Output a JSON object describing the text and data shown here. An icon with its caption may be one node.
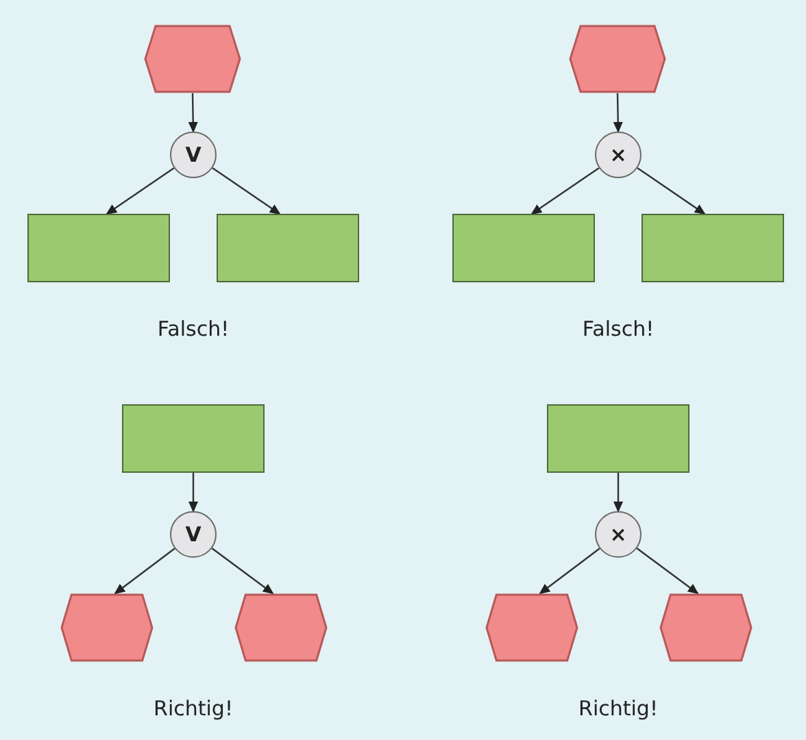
{
  "diagram": {
    "nodes": [
      {
        "text": [],
        "shape": "hexagon"
      },
      {
        "text": [
          "V"
        ]
      },
      {
        "text": [],
        "shape": "box"
      },
      {
        "text": [],
        "shape": "box"
      },
      {
        "text": [],
        "shape": "hexagon"
      },
      {
        "text": [
          "×"
        ]
      },
      {
        "text": [],
        "shape": "box"
      },
      {
        "text": [],
        "shape": "box"
      },
      {
        "text": [],
        "shape": "box"
      },
      {
        "text": [
          "V"
        ]
      },
      {
        "text": [],
        "shape": "hexagon"
      },
      {
        "text": [],
        "shape": "hexagon"
      },
      {
        "text": [],
        "shape": "box"
      },
      {
        "text": [
          "×"
        ]
      },
      {
        "text": [],
        "shape": "hexagon"
      },
      {
        "text": [],
        "shape": "hexagon"
      }
    ],
    "edges": [
      {
        "from": 0,
        "to": 1,
        "arrow": "to"
      },
      {
        "from": 1,
        "to": 2,
        "arrow": "to"
      },
      {
        "from": 1,
        "to": 3,
        "arrow": "to"
      },
      {
        "from": 4,
        "to": 5,
        "arrow": "to"
      },
      {
        "from": 5,
        "to": 6,
        "arrow": "to"
      },
      {
        "from": 5,
        "to": 7,
        "arrow": "to"
      },
      {
        "from": 8,
        "to": 9,
        "arrow": "to"
      },
      {
        "from": 9,
        "to": 10,
        "arrow": "to"
      },
      {
        "from": 9,
        "to": 11,
        "arrow": "to"
      },
      {
        "from": 12,
        "to": 13,
        "arrow": "to"
      },
      {
        "from": 13,
        "to": 14,
        "arrow": "to"
      },
      {
        "from": 13,
        "to": 15,
        "arrow": "to"
      }
    ],
    "labels": [
      "Falsch!",
      "Falsch!",
      "Richtig!",
      "Richtig!"
    ]
  }
}
